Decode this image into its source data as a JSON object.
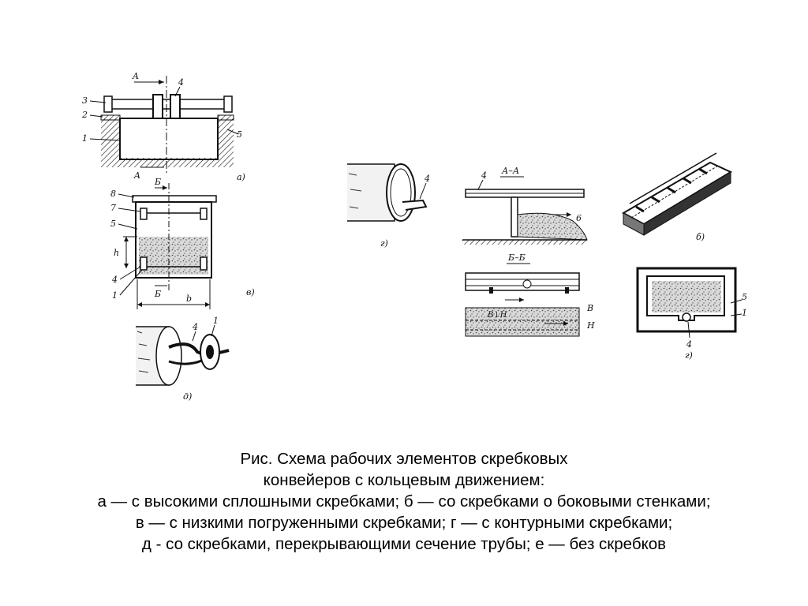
{
  "figure": {
    "panel_a": {
      "labels": {
        "n1": "1",
        "n2": "2",
        "n3": "3",
        "n4": "4",
        "n5": "5",
        "sec": "A",
        "sec_bottom": "A",
        "letter": "а)"
      }
    },
    "panel_v": {
      "labels": {
        "n8": "8",
        "n7": "7",
        "n5": "5",
        "n4": "4",
        "n1": "1",
        "h": "h",
        "b": "b",
        "sec_top": "Б",
        "sec_bottom": "Б",
        "letter": "в)"
      }
    },
    "panel_d": {
      "labels": {
        "n4": "4",
        "n1": "1",
        "letter": "д)"
      }
    },
    "panel_g_tube": {
      "labels": {
        "n4": "4",
        "letter": "г)"
      }
    },
    "panel_aa": {
      "labels": {
        "title": "А–А",
        "n4": "4",
        "n6": "6"
      }
    },
    "panel_bb": {
      "labels": {
        "title": "Б–Б",
        "v": "В",
        "n": "Н",
        "vn": "В↓Н"
      }
    },
    "panel_b_iso": {
      "labels": {
        "letter": "б)"
      }
    },
    "panel_g_cross": {
      "labels": {
        "n5": "5",
        "n1": "1",
        "n4": "4",
        "letter": "г)"
      }
    }
  },
  "caption": {
    "line1": "Рис.  Схема рабочих элементов скребковых",
    "line2": "конвейеров с кольцевым движением:",
    "line3": "а — с высокими сплошными скребками; б — со скребками о боковыми стенками;",
    "line4": "в — с низкими погруженными скребками; г — с контурными скребками;",
    "line5": "д - со скребками, перекрывающими сечение трубы; е — без скребков"
  },
  "colors": {
    "ink": "#111111",
    "background": "#ffffff"
  }
}
